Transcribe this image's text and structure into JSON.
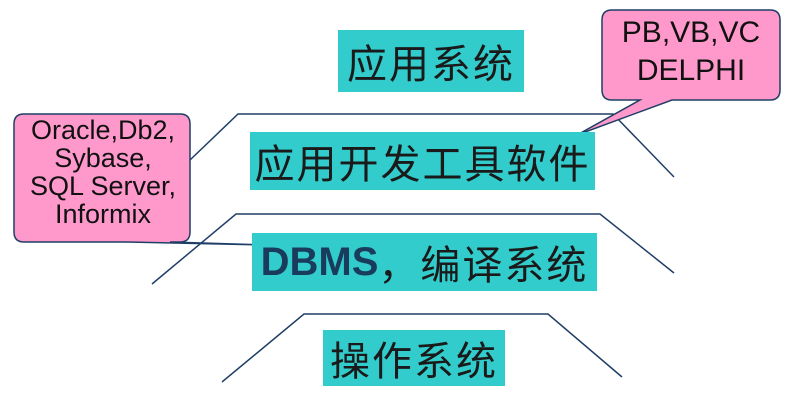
{
  "layers": {
    "application": "应用系统",
    "dev_tools": "应用开发工具软件",
    "dbms_strong": "DBMS",
    "dbms_rest": "，编译系统",
    "operating_system": "操作系统"
  },
  "callouts": {
    "dev_tools": {
      "lines": [
        "PB,VB,VC",
        "DELPHI"
      ]
    },
    "databases": {
      "lines": [
        "Oracle,Db2,",
        "Sybase,",
        "SQL Server,",
        "Informix"
      ]
    }
  },
  "colors": {
    "layer_fill": "#33cccc",
    "callout_fill": "#ff99cc",
    "outline": "#1f3f66"
  }
}
